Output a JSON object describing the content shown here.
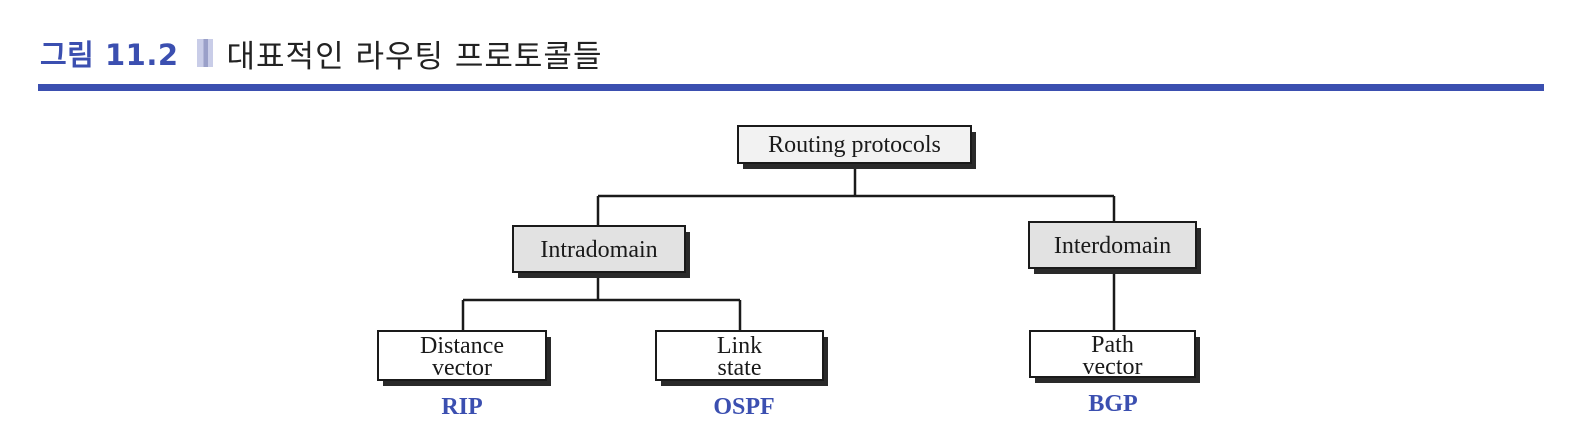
{
  "figure": {
    "label": "그림 11.2",
    "title": "대표적인 라우팅 프로토콜들"
  },
  "tree": {
    "root": {
      "label": "Routing protocols"
    },
    "categories": [
      {
        "label": "Intradomain",
        "children": [
          {
            "lines": [
              "Distance",
              "vector"
            ],
            "protocol": "RIP"
          },
          {
            "lines": [
              "Link",
              "state"
            ],
            "protocol": "OSPF"
          }
        ]
      },
      {
        "label": "Interdomain",
        "children": [
          {
            "lines": [
              "Path",
              "vector"
            ],
            "protocol": "BGP"
          }
        ]
      }
    ]
  },
  "colors": {
    "accent": "#3b4fb0",
    "shaded_box": "#e2e2e2",
    "plain_box": "#ffffff",
    "shadow": "#2a2a2a",
    "line": "#1a1a1a"
  }
}
